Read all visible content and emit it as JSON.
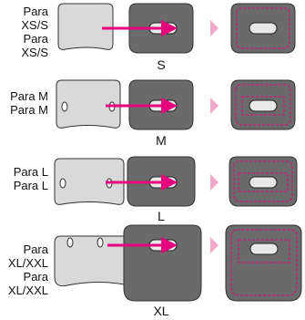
{
  "rows": [
    {
      "label_lines": [
        "Para",
        "XS/S",
        "Para",
        "XS/S"
      ],
      "size": "S"
    },
    {
      "label_lines": [
        "Para M",
        "Para M"
      ],
      "size": "M"
    },
    {
      "label_lines": [
        "Para L",
        "Para L"
      ],
      "size": "L"
    },
    {
      "label_lines": [
        "Para",
        "XL/XXL",
        "Para",
        "XL/XXL"
      ],
      "size": "XL"
    }
  ],
  "colors": {
    "light_panel": "#d9d9d9",
    "dark_panel": "#6a6a6a",
    "accent_pink": "#e6007e",
    "chevron_pink": "#f4a6c8",
    "outline": "#333333"
  }
}
